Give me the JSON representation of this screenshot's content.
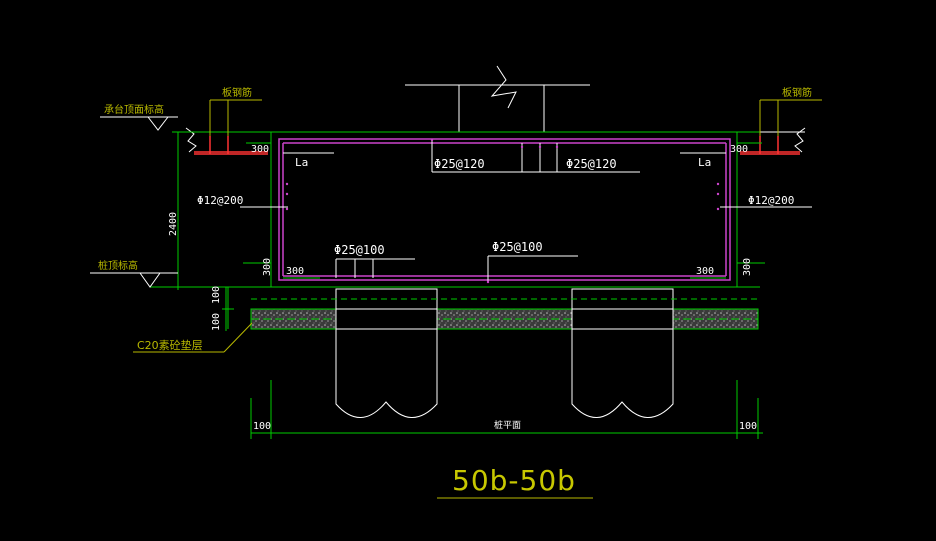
{
  "colors": {
    "background": "#000000",
    "green": "#00cc00",
    "white": "#ffffff",
    "magenta": "#cc44cc",
    "red": "#ff3333",
    "yellow": "#e6e600",
    "olive": "#b8b800",
    "gray": "#9a9a9a"
  },
  "labels": {
    "cap_top": "承台顶面标高",
    "pile_top": "桩顶标高",
    "slab_bar_left": "板钢筋",
    "slab_bar_right": "板钢筋",
    "bedding": "C20素砼垫层",
    "title": "50b-50b"
  },
  "rebar": {
    "top_left": "Φ25@120",
    "top_right": "Φ25@120",
    "side_left": "Φ12@200",
    "side_right": "Φ12@200",
    "bottom_left": "Φ25@100",
    "bottom_right": "Φ25@100",
    "anchor_left": "La",
    "anchor_right": "La"
  },
  "dims": {
    "top_left_300": "300",
    "top_right_300": "300",
    "height": "2400",
    "bottom_left_300": "300",
    "bottom_right_300": "300",
    "vert_left_300": "300",
    "vert_right_300": "300",
    "embed_100": "100",
    "bedding_100": "100",
    "bottom_left_100": "100",
    "bottom_right_100": "100",
    "pile_width": "桩平面"
  }
}
